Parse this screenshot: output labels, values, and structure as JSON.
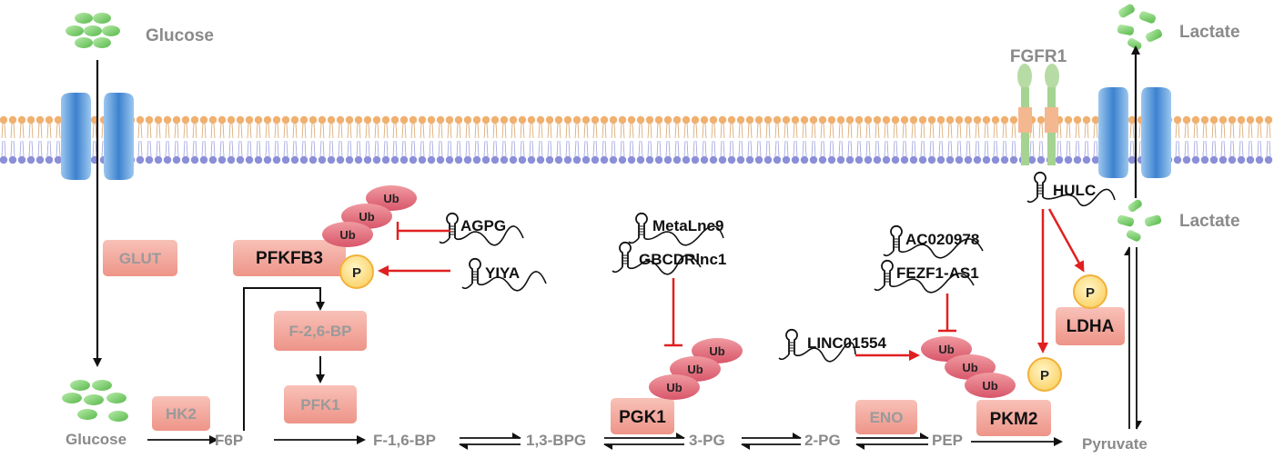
{
  "labels": {
    "glucose_top": "Glucose",
    "glucose_bottom": "Glucose",
    "lactate_top": "Lactate",
    "lactate_inner": "Lactate",
    "fgfr1": "FGFR1"
  },
  "metabolites": {
    "f6p": "F6P",
    "f16bp": "F-1,6-BP",
    "bpg13": "1,3-BPG",
    "pg3": "3-PG",
    "pg2": "2-PG",
    "pep": "PEP",
    "pyruvate": "Pyruvate"
  },
  "enzymes": {
    "glut": "GLUT",
    "hk2": "HK2",
    "pfkfb3": "PFKFB3",
    "f26bp": "F-2,6-BP",
    "pfk1": "PFK1",
    "pgk1": "PGK1",
    "eno": "ENO",
    "pkm2": "PKM2",
    "ldha": "LDHA"
  },
  "lncrnas": {
    "agpg": "AGPG",
    "yiya": "YIYA",
    "metalnc9": "MetaLnc9",
    "gbcdrlnc1": "GBCDRlnc1",
    "ac020978": "AC020978",
    "fezf1": "FEZF1-AS1",
    "linc01554": "LINC01554",
    "hulc": "HULC"
  },
  "modifications": {
    "ub": "Ub",
    "p": "P"
  },
  "colors": {
    "enzyme_fill": "#f2a59b",
    "enzyme_dark_fill": "#e98b80",
    "ub_fill": "#e2707c",
    "p_fill": "#fde28a",
    "p_stroke": "#f2b13a",
    "inhibit": "#e02020",
    "membrane_head": "#f0b070",
    "membrane_tail": "#8b8fd8",
    "channel": "#4a8fd6",
    "glucose": "#7fcf6e"
  }
}
